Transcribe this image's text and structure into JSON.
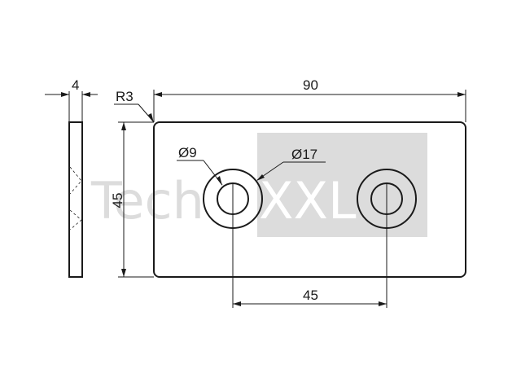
{
  "watermark": {
    "left_text": "Tech",
    "right_text": "XXL",
    "text_color": "#dcdcdc",
    "box_color": "#dcdcdc",
    "box_text_color": "#ffffff"
  },
  "dimensions": {
    "thickness": "4",
    "corner_radius": "R3",
    "overall_length": "90",
    "overall_height": "45",
    "hole_diameter": "Ø9",
    "counterbore_diameter": "Ø17",
    "hole_spacing": "45"
  },
  "colors": {
    "line": "#1a1a1a",
    "background": "#ffffff"
  }
}
